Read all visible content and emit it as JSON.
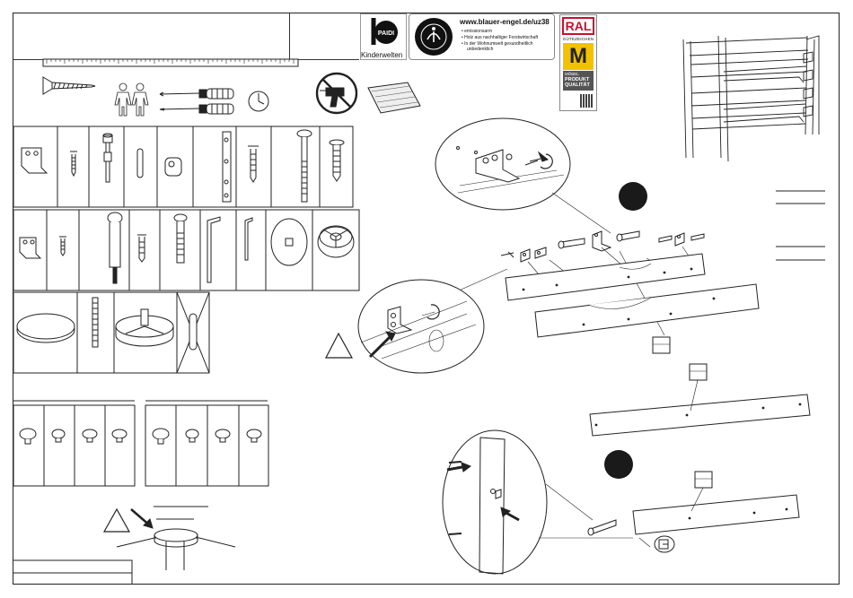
{
  "header": {
    "website": "www.blauer-engel.de/uz38",
    "blue_angel_points": [
      "emissionsarm",
      "Holz aus nachhaltiger Forstwirtschaft",
      "In der Wohnumwelt gesundheitlich",
      "unbedenklich"
    ],
    "blue_angel_seal_text": "DER BLAUE ENGEL",
    "paidi_logo": "PAIDI",
    "paidi_brand": "Kinderwelten"
  },
  "ral": {
    "logo": "RAL",
    "guetezeichen": "GÜTEZEICHEN",
    "mark": "M",
    "label_small": "MÖBEL",
    "label_line1": "PRODUKT",
    "label_line2": "QUALITÄT"
  },
  "icons": {
    "screw": "screw-icon",
    "people": "two-persons-icon",
    "screwdriver": "screwdriver-icon",
    "clock": "clock-icon",
    "no_drill": "no-power-drill-icon",
    "cloth": "cloth-icon"
  },
  "colors": {
    "line": "#222222",
    "ral_red": "#c8102e",
    "ral_yellow": "#f2c200",
    "step_dot": "#1a1a1a"
  },
  "warning_symbol": "!"
}
